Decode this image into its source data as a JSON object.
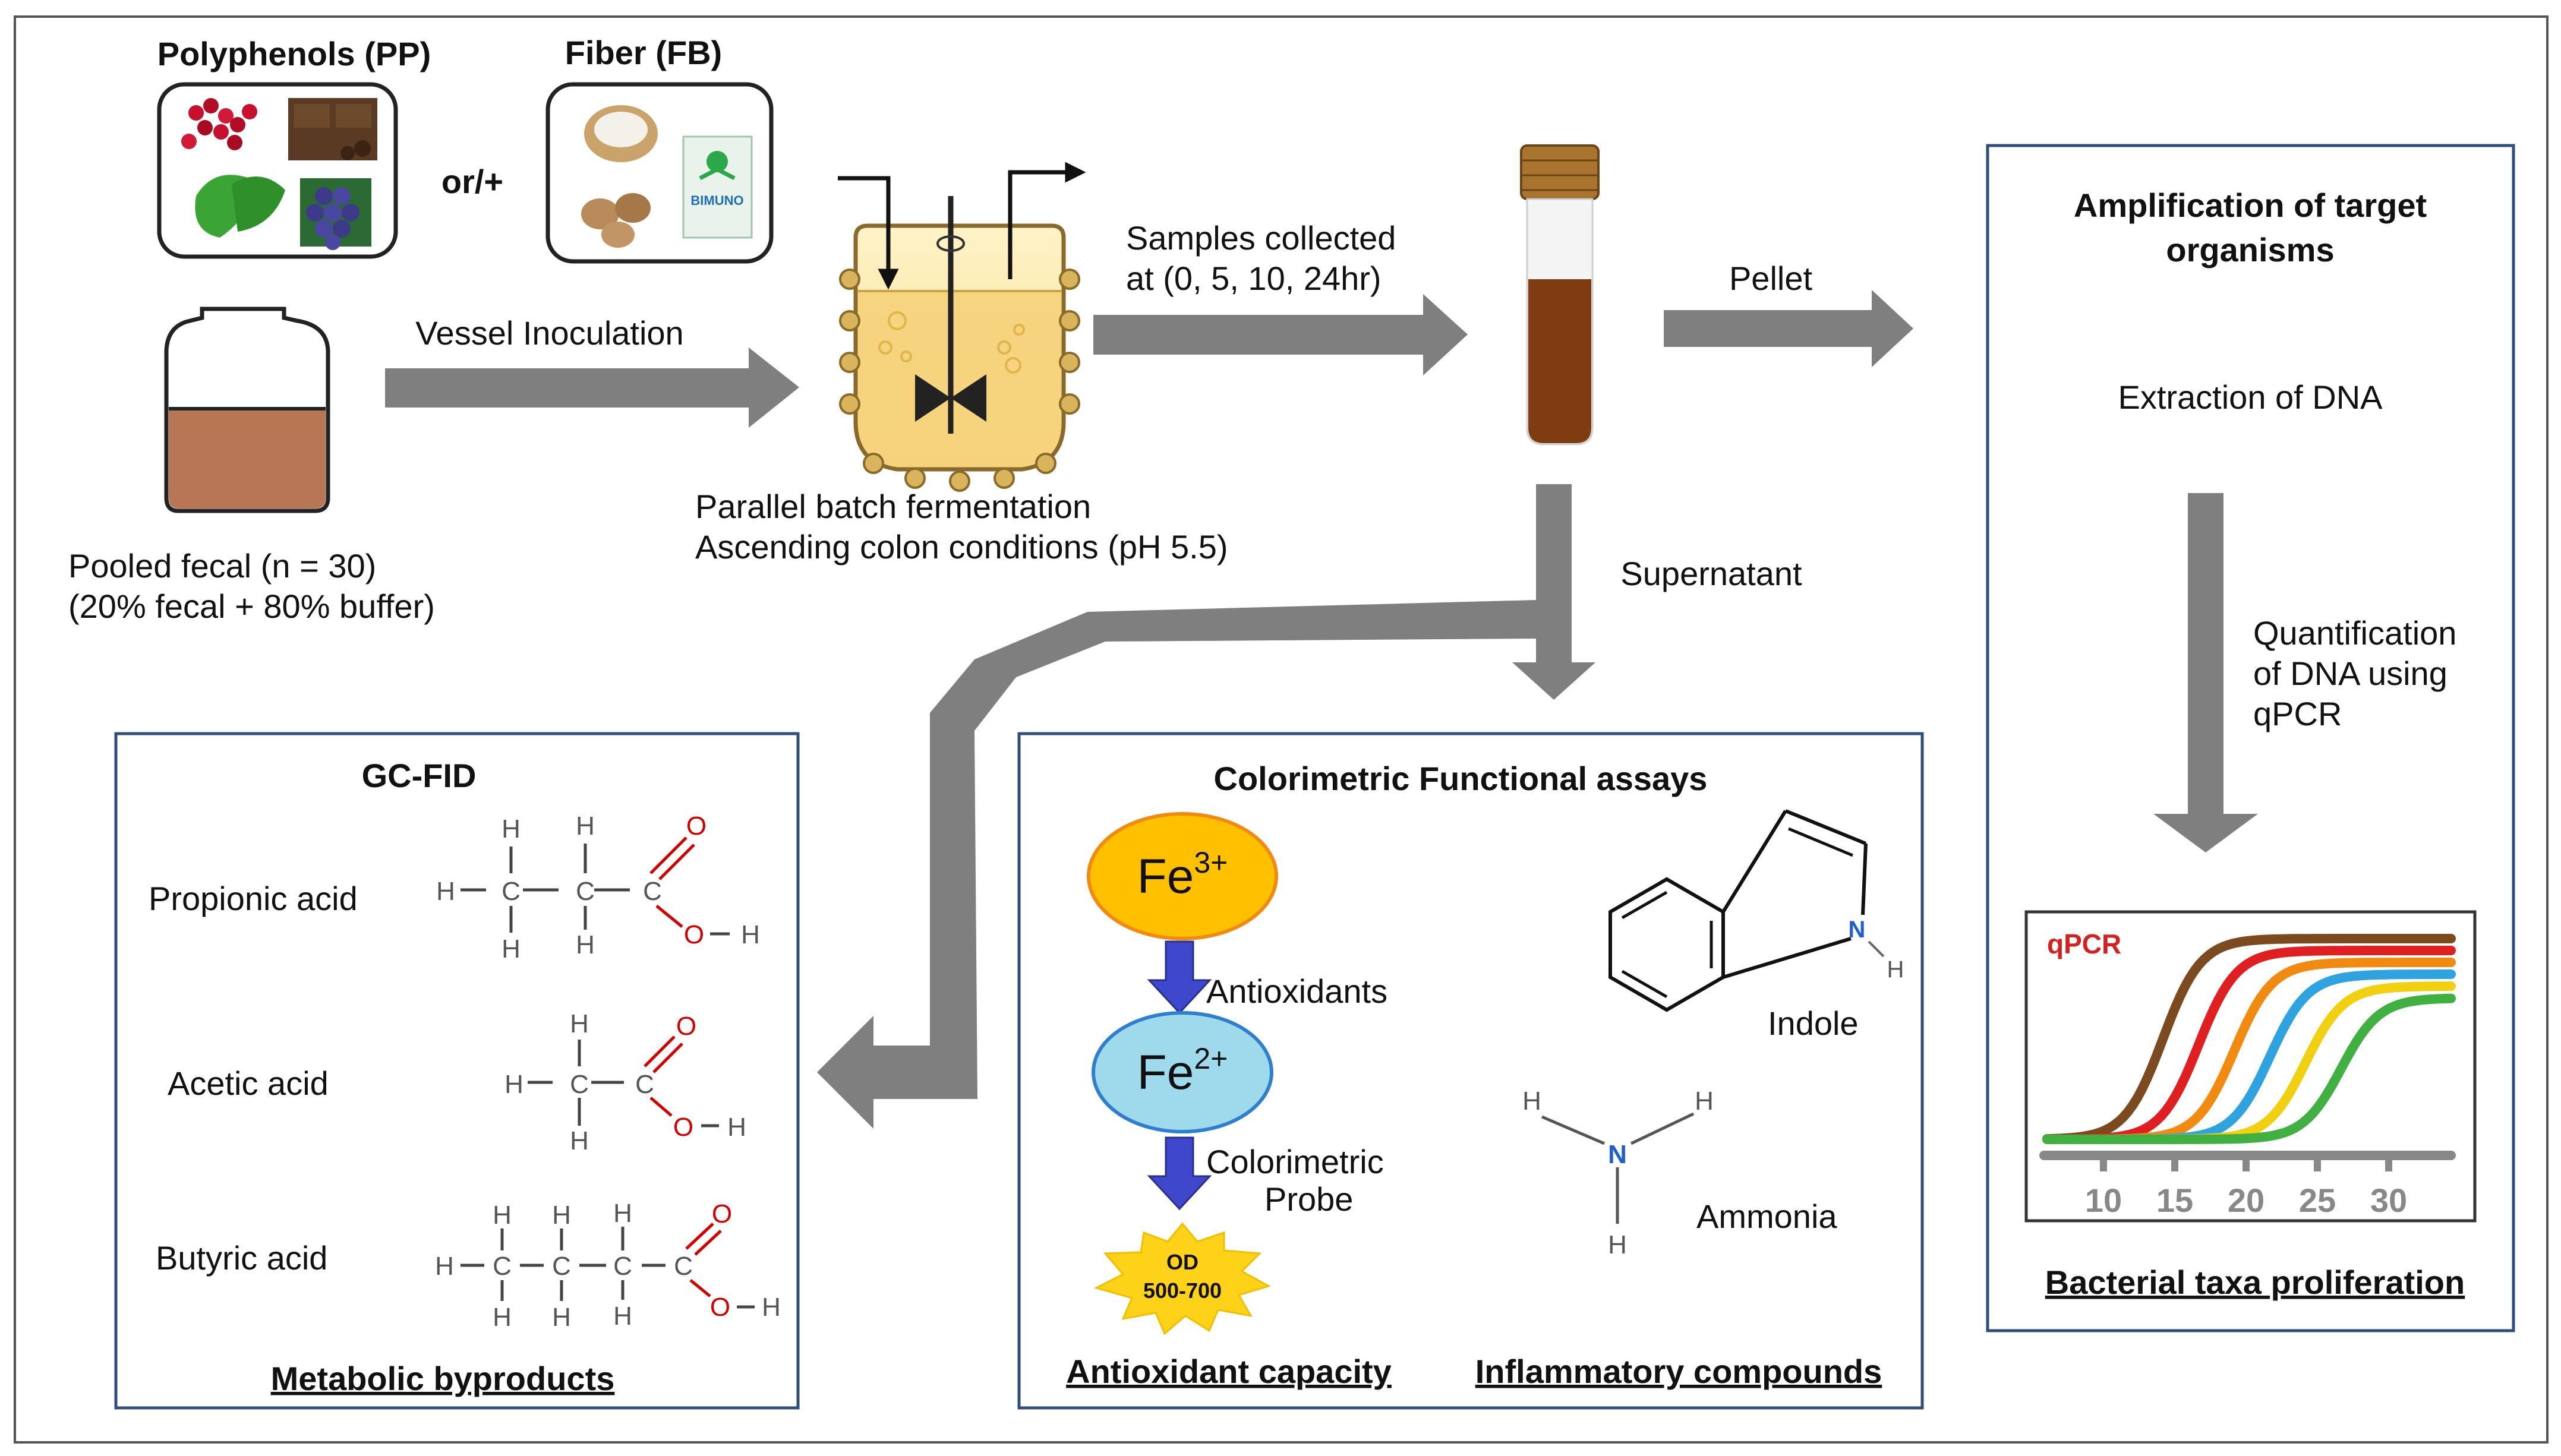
{
  "inputs": {
    "polyphenols_title": "Polyphenols (PP)",
    "fiber_title": "Fiber (FB)",
    "or_plus": "or/+",
    "fiber_product_label": "BIMUNO"
  },
  "inoculation": {
    "vessel_inoculation": "Vessel Inoculation",
    "pooled_line1": "Pooled fecal (n = 30)",
    "pooled_line2": "(20% fecal + 80% buffer)"
  },
  "fermentation": {
    "line1": "Parallel batch fermentation",
    "line2": "Ascending colon conditions (pH 5.5)"
  },
  "sampling": {
    "line1": "Samples collected",
    "line2": "at (0, 5, 10, 24hr)",
    "pellet": "Pellet",
    "supernatant": "Supernatant"
  },
  "dna_panel": {
    "title_line1": "Amplification of target",
    "title_line2": "organisms",
    "extraction": "Extraction of DNA",
    "quant_line1": "Quantification",
    "quant_line2": "of DNA using",
    "quant_line3": "qPCR",
    "qpcr_label": "qPCR",
    "axis_ticks": [
      "10",
      "15",
      "20",
      "25",
      "30"
    ],
    "footer": "Bacterial taxa proliferation"
  },
  "gc_panel": {
    "title": "GC-FID",
    "acids": [
      "Propionic acid",
      "Acetic acid",
      "Butyric acid"
    ],
    "footer": "Metabolic byproducts",
    "atoms": {
      "h": "H",
      "c": "C",
      "o": "O",
      "n": "N"
    }
  },
  "color_panel": {
    "title": "Colorimetric Functional assays",
    "fe3": "Fe",
    "fe3_sup": "3+",
    "fe2": "Fe",
    "fe2_sup": "2+",
    "antioxidants": "Antioxidants",
    "probe_line1": "Colorimetric",
    "probe_line2": "Probe",
    "od_line1": "OD",
    "od_line2": "500-700",
    "indole": "Indole",
    "ammonia": "Ammonia",
    "footer_left": "Antioxidant capacity",
    "footer_right": "Inflammatory compounds"
  },
  "colors": {
    "arrow": "#7f7f7f",
    "panel_border": "#2f4e7a",
    "fe3_fill": "#ffc000",
    "fe2_fill": "#9fd9ec",
    "feed_arrow": "#3f48cc",
    "oxygen": "#d40000",
    "nitrogen": "#1f5fd0",
    "qpcr_label": "#d42020",
    "qpcr_curves": [
      "#7b4a1e",
      "#e02020",
      "#f08a10",
      "#2ea3e0",
      "#f0d010",
      "#40b040"
    ]
  }
}
